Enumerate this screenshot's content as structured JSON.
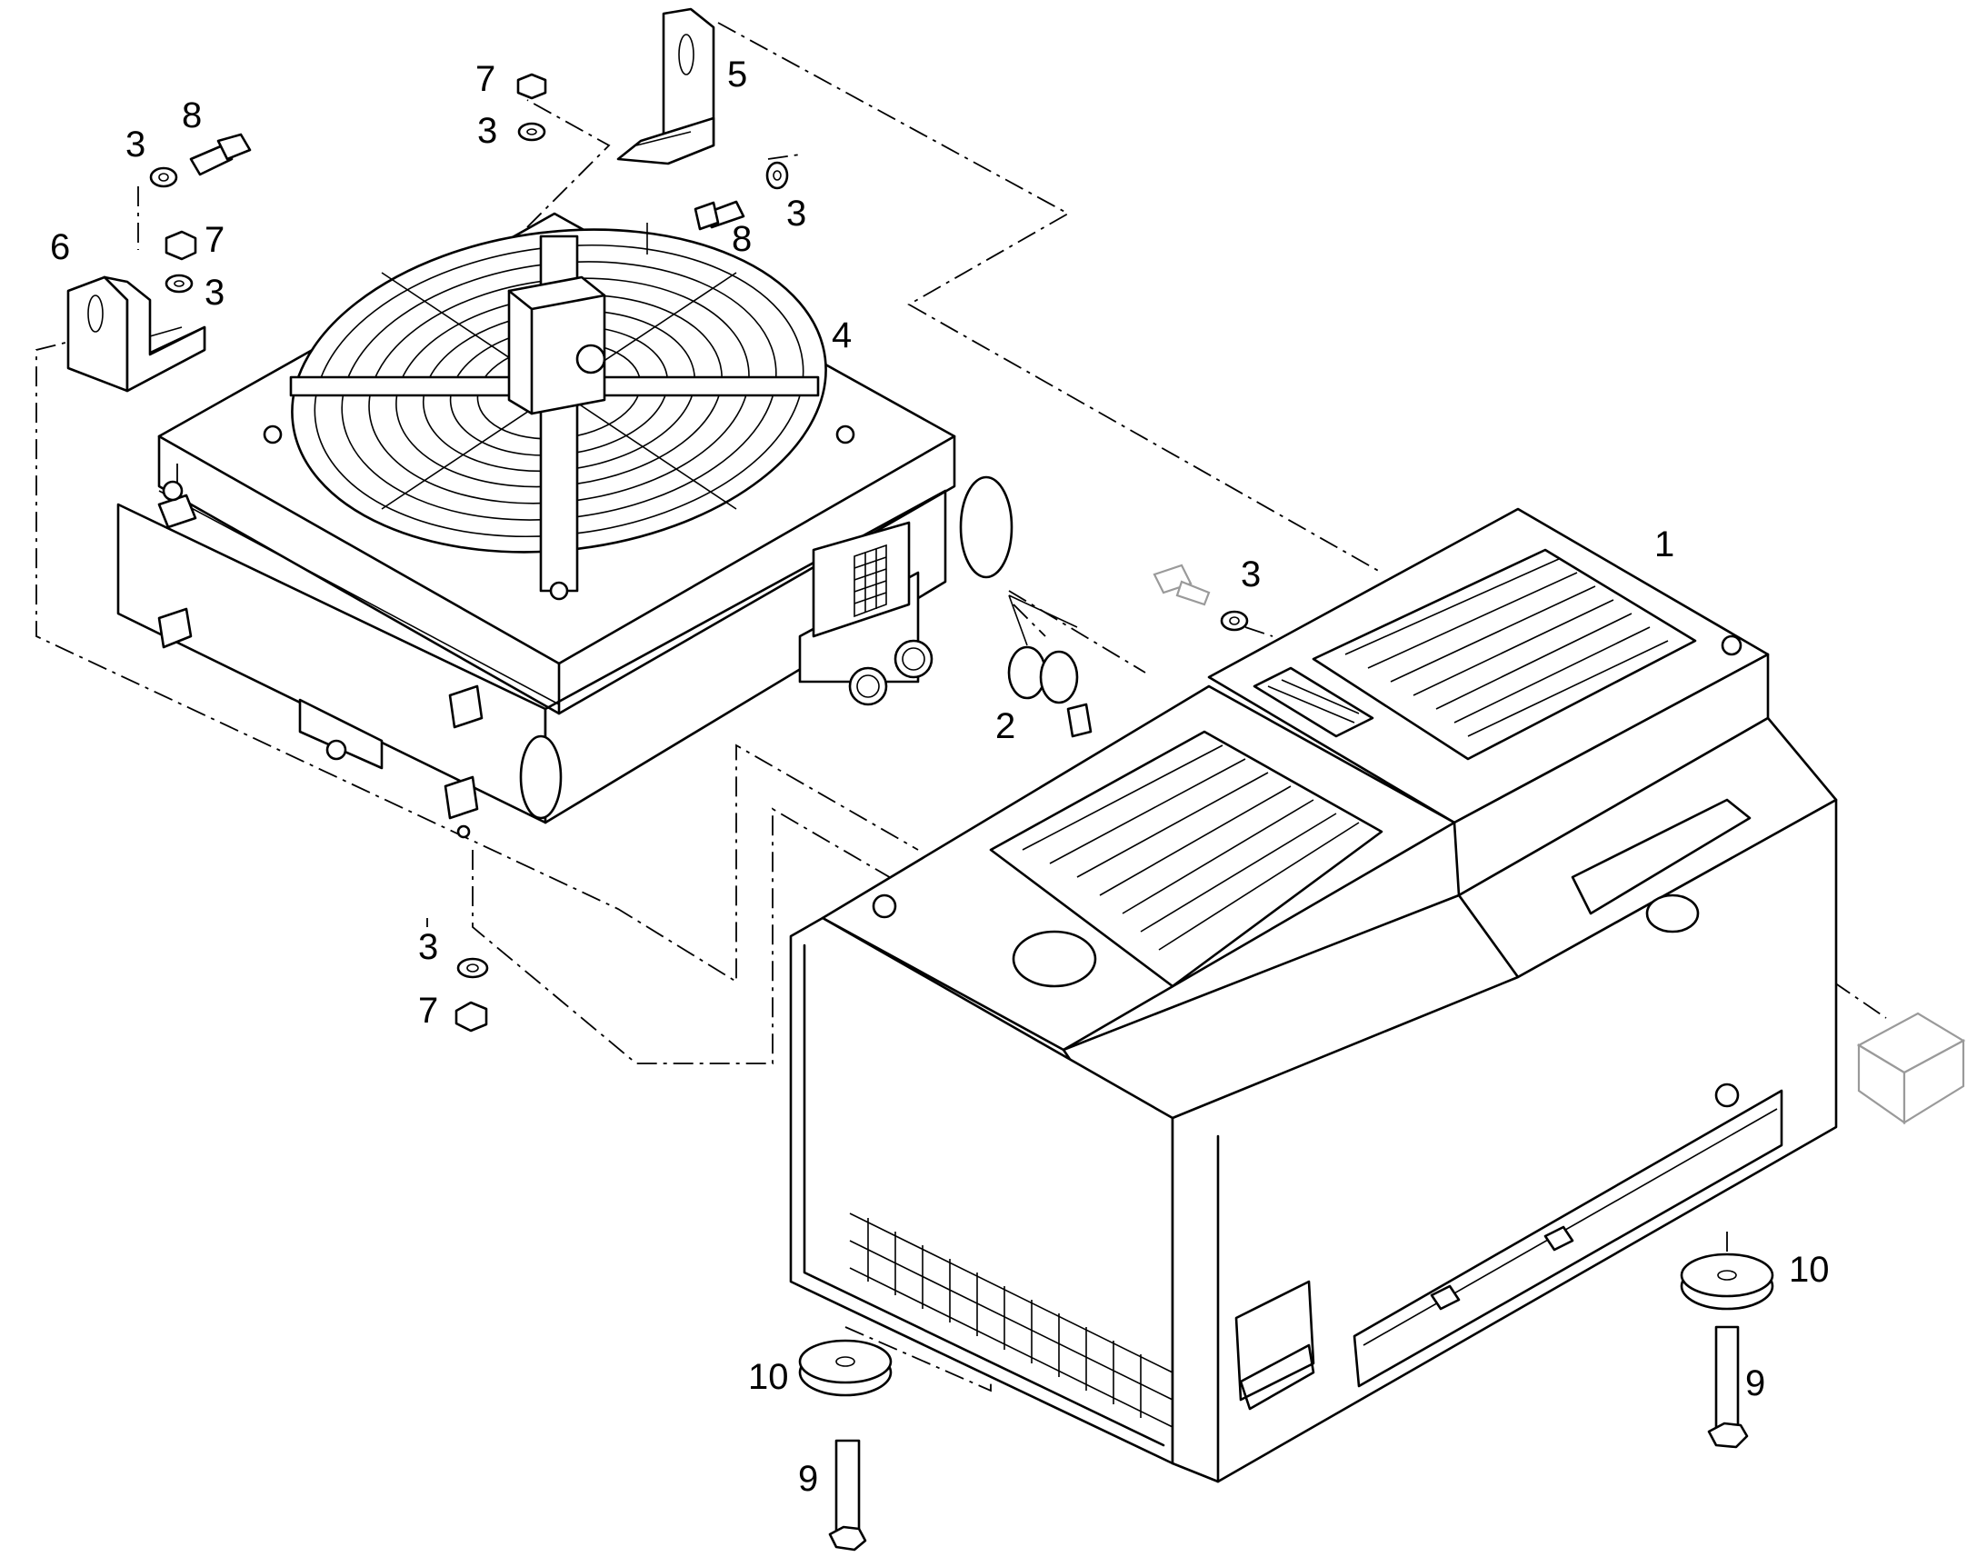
{
  "diagram": {
    "type": "exploded-parts-drawing",
    "callouts": [
      {
        "id": "c1",
        "text": "1",
        "part": "enclosure-housing"
      },
      {
        "id": "c2",
        "text": "2",
        "part": "hose-clamp"
      },
      {
        "id": "c3a",
        "text": "3",
        "part": "washer"
      },
      {
        "id": "c3b",
        "text": "3",
        "part": "washer"
      },
      {
        "id": "c3c",
        "text": "3",
        "part": "washer"
      },
      {
        "id": "c3d",
        "text": "3",
        "part": "washer"
      },
      {
        "id": "c3e",
        "text": "3",
        "part": "washer"
      },
      {
        "id": "c3f",
        "text": "3",
        "part": "washer"
      },
      {
        "id": "c4",
        "text": "4",
        "part": "radiator-fan-unit"
      },
      {
        "id": "c5",
        "text": "5",
        "part": "mounting-bracket"
      },
      {
        "id": "c6",
        "text": "6",
        "part": "mounting-bracket"
      },
      {
        "id": "c7a",
        "text": "7",
        "part": "nut"
      },
      {
        "id": "c7b",
        "text": "7",
        "part": "nut"
      },
      {
        "id": "c7c",
        "text": "7",
        "part": "nut"
      },
      {
        "id": "c8a",
        "text": "8",
        "part": "hex-bolt"
      },
      {
        "id": "c8b",
        "text": "8",
        "part": "hex-bolt"
      },
      {
        "id": "c9a",
        "text": "9",
        "part": "stud-bolt"
      },
      {
        "id": "c9b",
        "text": "9",
        "part": "stud-bolt"
      },
      {
        "id": "c10a",
        "text": "10",
        "part": "rubber-mount"
      },
      {
        "id": "c10b",
        "text": "10",
        "part": "rubber-mount"
      }
    ]
  }
}
